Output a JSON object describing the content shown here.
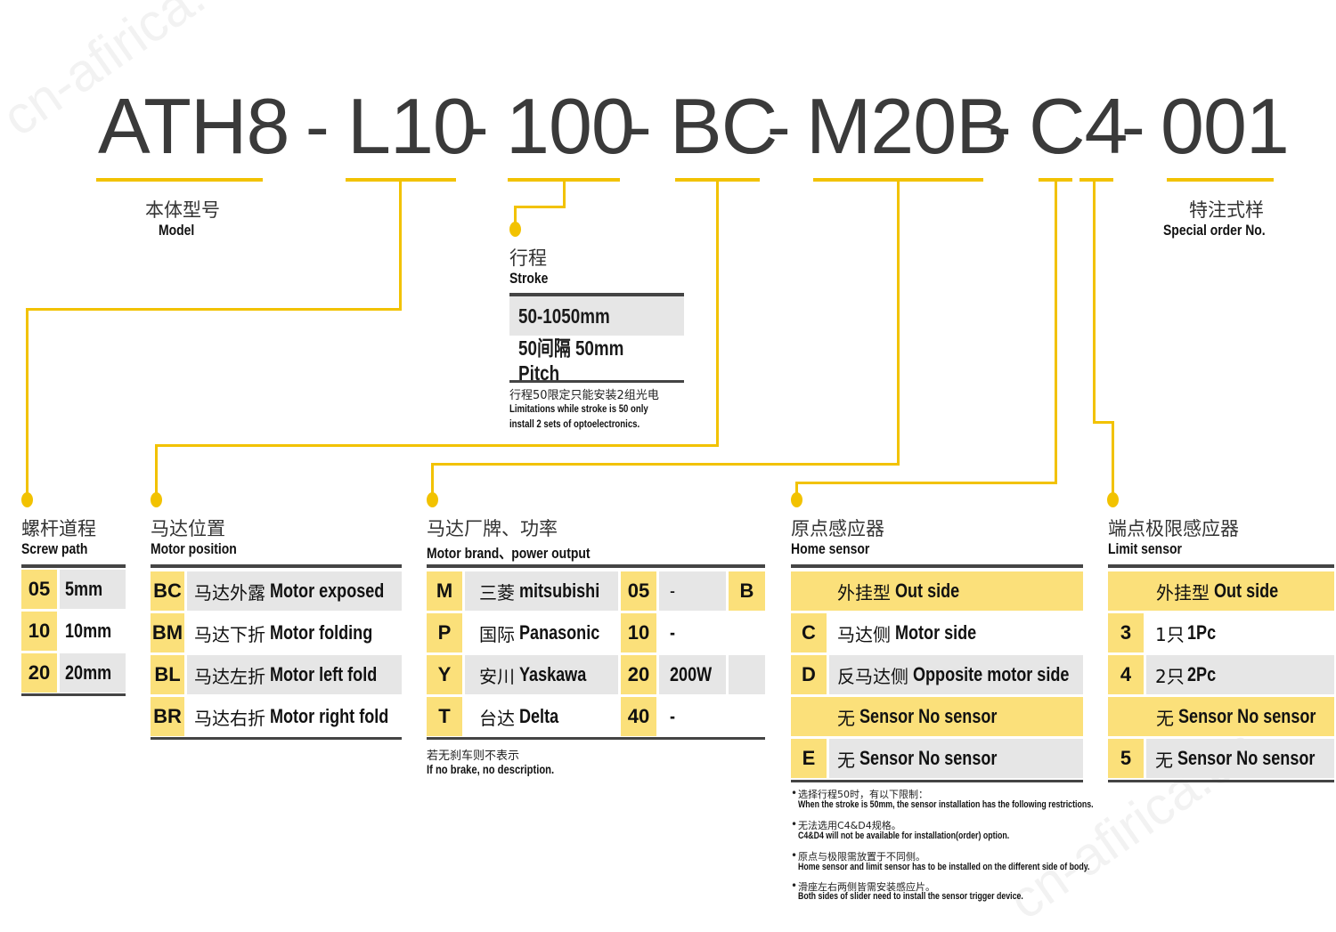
{
  "watermark": "cn-afirica.cn",
  "code": {
    "parts": [
      "ATH8",
      "L10",
      "100",
      "BC",
      "M20B",
      "C4",
      "001"
    ],
    "separator": "-"
  },
  "model": {
    "zh": "本体型号",
    "en": "Model"
  },
  "special": {
    "zh": "特注式样",
    "en": "Special order No."
  },
  "stroke": {
    "zh": "行程",
    "en": "Stroke",
    "rows": [
      "50-1050mm",
      "50间隔 50mm Pitch"
    ],
    "note_zh": "行程50限定只能安装2组光电",
    "note_en1": "Limitations while stroke is 50 only",
    "note_en2": "install 2 sets of optoelectronics."
  },
  "screw": {
    "zh": "螺杆道程",
    "en": "Screw path",
    "rows": [
      {
        "code": "05",
        "value": "5mm"
      },
      {
        "code": "10",
        "value": "10mm"
      },
      {
        "code": "20",
        "value": "20mm"
      }
    ]
  },
  "motorpos": {
    "zh": "马达位置",
    "en": "Motor position",
    "rows": [
      {
        "code": "BC",
        "zh": "马达外露",
        "en": "Motor exposed"
      },
      {
        "code": "BM",
        "zh": "马达下折",
        "en": "Motor folding"
      },
      {
        "code": "BL",
        "zh": "马达左折",
        "en": "Motor left fold"
      },
      {
        "code": "BR",
        "zh": "马达右折",
        "en": "Motor right fold"
      }
    ]
  },
  "motorbrand": {
    "zh": "马达厂牌、功率",
    "en": "Motor brand、power output",
    "brands": [
      {
        "code": "M",
        "zh": "三菱",
        "en": "mitsubishi"
      },
      {
        "code": "P",
        "zh": "国际",
        "en": "Panasonic"
      },
      {
        "code": "Y",
        "zh": "安川",
        "en": "Yaskawa"
      },
      {
        "code": "T",
        "zh": "台达",
        "en": "Delta"
      }
    ],
    "powers": [
      {
        "code": "05",
        "value": "-"
      },
      {
        "code": "10",
        "value": "-"
      },
      {
        "code": "20",
        "value": "200W"
      },
      {
        "code": "40",
        "value": "-"
      }
    ],
    "brake": "B",
    "note_zh": "若无刹车则不表示",
    "note_en": "If no brake, no description."
  },
  "home": {
    "zh": "原点感应器",
    "en": "Home sensor",
    "rows": [
      {
        "code": "",
        "zh": "外挂型",
        "en": "Out side"
      },
      {
        "code": "C",
        "zh": "马达侧",
        "en": "Motor side"
      },
      {
        "code": "D",
        "zh": "反马达侧",
        "en": "Opposite motor side"
      },
      {
        "code": "",
        "zh": "无",
        "en": "Sensor No sensor"
      },
      {
        "code": "E",
        "zh": "无",
        "en": "Sensor No sensor"
      }
    ]
  },
  "limit": {
    "zh": "端点极限感应器",
    "en": "Limit sensor",
    "rows": [
      {
        "code": "",
        "zh": "外挂型",
        "en": "Out side"
      },
      {
        "code": "3",
        "zh": "1只",
        "en": "1Pc"
      },
      {
        "code": "4",
        "zh": "2只",
        "en": "2Pc"
      },
      {
        "code": "",
        "zh": "无",
        "en": "Sensor No sensor"
      },
      {
        "code": "5",
        "zh": "无",
        "en": "Sensor No sensor"
      }
    ]
  },
  "notes": [
    {
      "zh": "选择行程50时，有以下限制：",
      "en": "When the stroke is 50mm, the sensor installation has the following restrictions."
    },
    {
      "zh": "无法选用C4&D4规格。",
      "en": "C4&D4 will not be available for installation(order) option."
    },
    {
      "zh": "原点与极限需放置于不同侧。",
      "en": "Home sensor and limit sensor has to be installed on the different side of body."
    },
    {
      "zh": "滑座左右两侧皆需安装感应片。",
      "en": "Both sides of slider need to install the sensor trigger device."
    }
  ],
  "colors": {
    "accent": "#f2c200",
    "highlight": "#fbe07a",
    "grey": "#e6e6e6",
    "text": "#3a3a3a"
  }
}
